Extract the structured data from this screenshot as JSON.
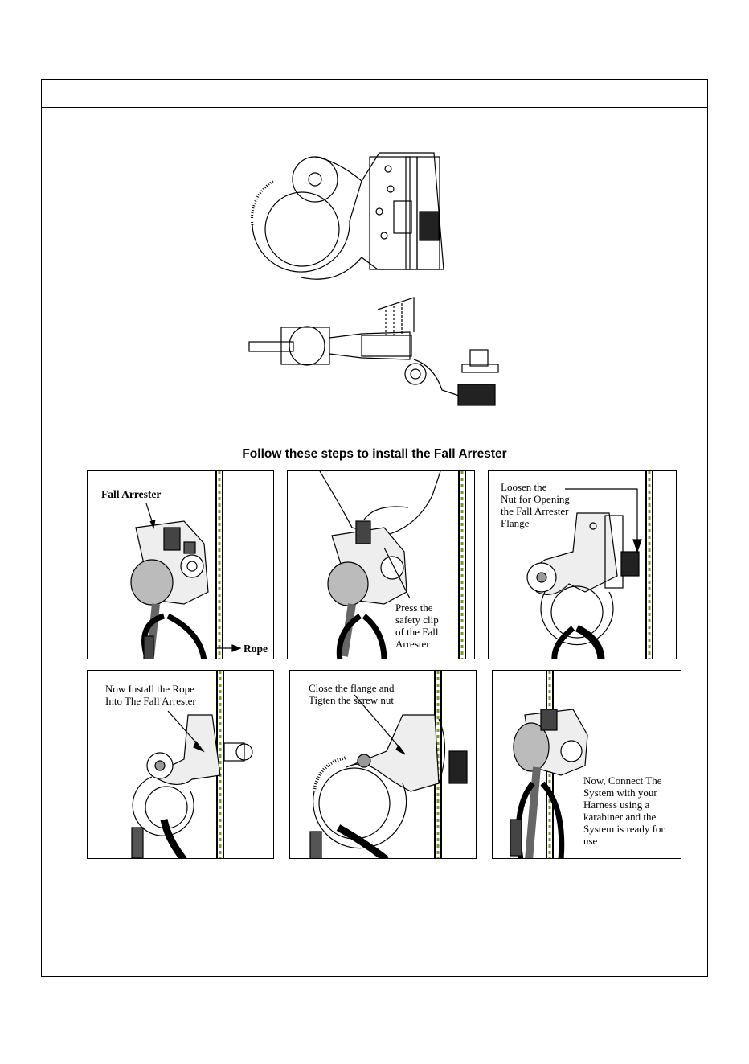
{
  "heading": "Follow these steps to install the Fall Arrester",
  "steps": [
    {
      "label": "Fall Arrester",
      "rope_label": "Rope"
    },
    {
      "caption": "Press the\nsafety clip\nof the Fall\nArrester"
    },
    {
      "caption": "Loosen the\nNut for Opening\nthe Fall Arrester\nFlange"
    },
    {
      "caption": "Now Install the Rope\nInto The Fall Arrester"
    },
    {
      "caption": "Close the flange and\nTigten the screw nut"
    },
    {
      "caption": "Now, Connect The\nSystem with your\nHarness using a\nkarabiner and the\nSystem is ready for\nuse"
    }
  ]
}
